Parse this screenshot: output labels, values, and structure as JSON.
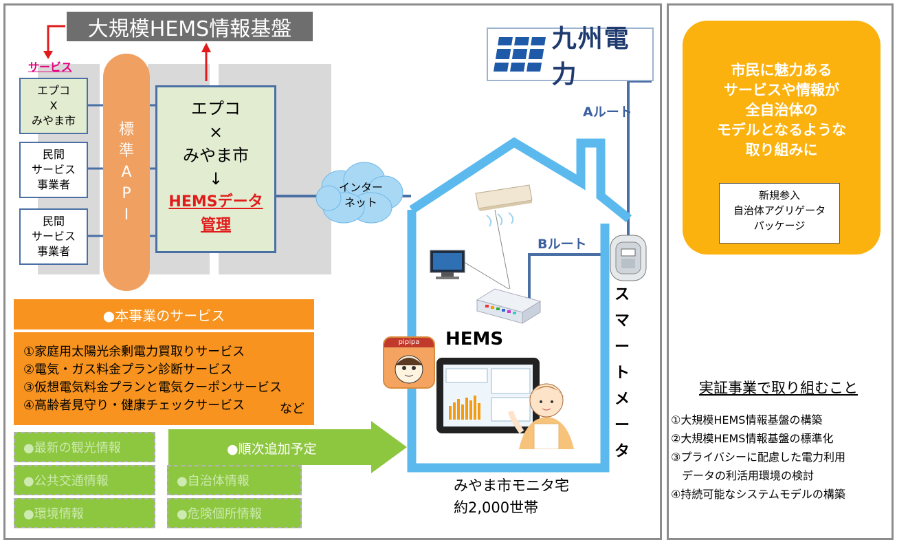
{
  "platform_title": "大規模HEMS情報基盤",
  "service_label": "サービス",
  "service_boxes": [
    "エプコ\nX\nみやま市",
    "民間\nサービス\n事業者",
    "民間\nサービス\n事業者"
  ],
  "api_chars": [
    "標",
    "準",
    "A",
    "P",
    "I"
  ],
  "core": {
    "line1": "エプコ",
    "line2": "×",
    "line3": "みやま市",
    "line4": "↓",
    "hems_line1": "HEMSデータ",
    "hems_line2": "管理"
  },
  "internet": "インター\nネット",
  "kyushu_logo": "九州電力",
  "route_a": "Aルート",
  "route_b": "Bルート",
  "hems_label": "HEMS",
  "app_icon_text": "pipipa",
  "smart_meter": [
    "ス",
    "マ",
    "ー",
    "ト",
    "メ",
    "ー",
    "タ"
  ],
  "monitor_home": {
    "line1": "みやま市モニタ宅",
    "line2": "約2,000世帯"
  },
  "services": {
    "header": "●本事業のサービス",
    "items": [
      "①家庭用太陽光余剰電力買取りサービス",
      "②電気・ガス料金プラン診断サービス",
      "③仮想電気料金プランと電気クーポンサービス",
      "④高齢者見守り・健康チェックサービス"
    ],
    "etc": "など"
  },
  "future": {
    "left": [
      "●最新の観光情報",
      "●公共交通情報",
      "●環境情報"
    ],
    "arrow": "●順次追加予定",
    "right": [
      "●自治体情報",
      "●危険個所情報"
    ]
  },
  "goal_text": [
    "市民に魅力ある",
    "サービスや情報が",
    "全自治体の",
    "モデルとなるような",
    "取り組みに"
  ],
  "package": "新規参入\n自治体アグリゲータ\nパッケージ",
  "demo": {
    "title": "実証事業で取り組むこと",
    "items": [
      "①大規模HEMS情報基盤の構築",
      "②大規模HEMS情報基盤の標準化",
      "③プライバシーに配慮した電力利用",
      "　データの利活用環境の検討",
      "④持続可能なシステムモデルの構築"
    ]
  },
  "colors": {
    "red": "#e11b1b",
    "orange": "#f7931e",
    "green": "#8dc63f",
    "yellow": "#fbb20f",
    "blue": "#5bb9ee",
    "line_blue": "#4a6fa5"
  }
}
